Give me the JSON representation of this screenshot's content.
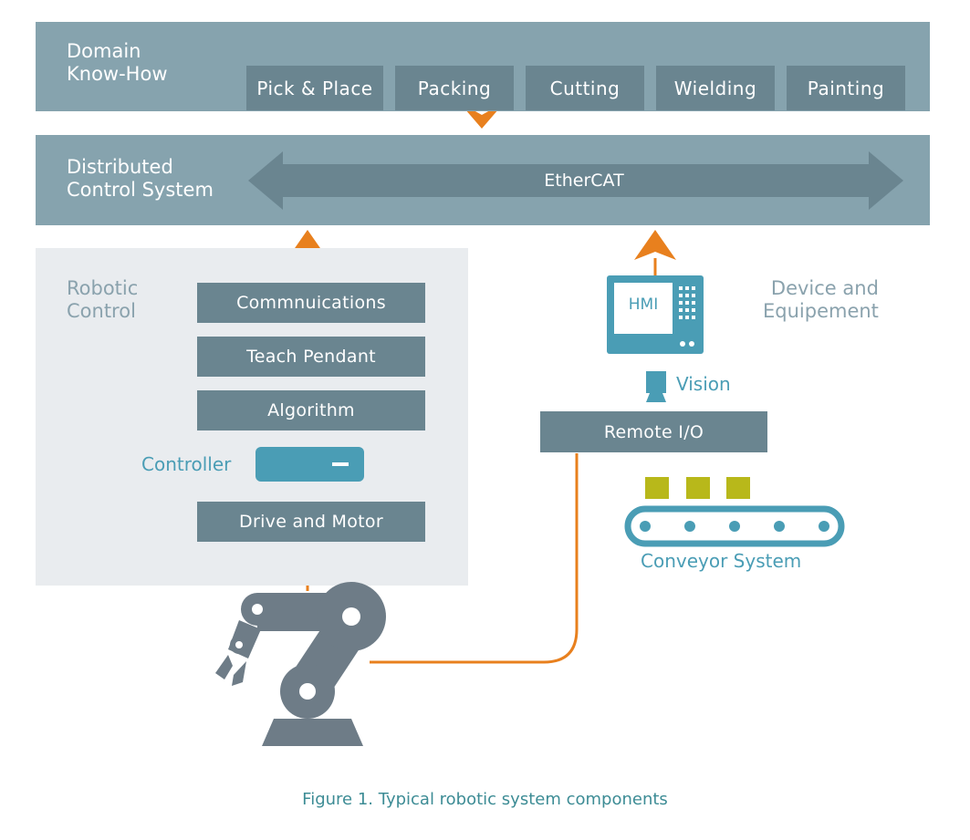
{
  "domain_band": {
    "label": "Domain\nKnow-How",
    "tiles": [
      "Pick & Place",
      "Packing",
      "Cutting",
      "Wielding",
      "Painting"
    ]
  },
  "control_band": {
    "label": "Distributed\nControl System",
    "bus": "EtherCAT"
  },
  "robotic_control": {
    "label": "Robotic\nControl",
    "stack": [
      "Commnuications",
      "Teach Pendant",
      "Algorithm"
    ],
    "controller_label": "Controller",
    "drive": "Drive and Motor"
  },
  "devices": {
    "label": "Device and\nEquipement",
    "hmi": "HMI",
    "vision": "Vision",
    "remote_io": "Remote I/O",
    "conveyor": "Conveyor System"
  },
  "caption": "Figure 1. Typical robotic system components",
  "colors": {
    "band": "#86a3ae",
    "tile": "#6a8590",
    "accent_orange": "#e8801e",
    "teal": "#4a9db5",
    "cargo": "#b8b81a"
  }
}
